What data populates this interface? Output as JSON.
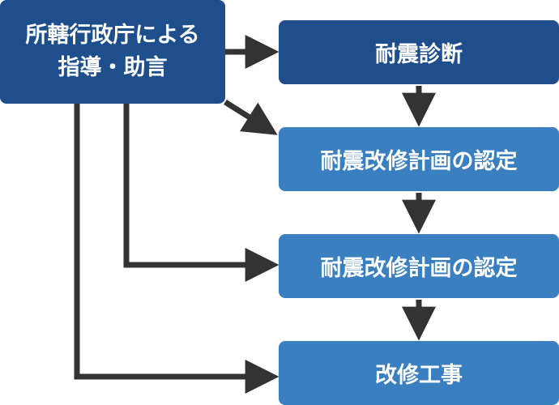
{
  "source": {
    "line1": "所轄行政庁による",
    "line2": "指導・助言"
  },
  "steps": [
    {
      "label": "耐震診断"
    },
    {
      "label": "耐震改修計画の認定"
    },
    {
      "label": "耐震改修計画の認定"
    },
    {
      "label": "改修工事"
    }
  ],
  "colors": {
    "dark_box": "#1f4e8c",
    "light_box": "#3a7fc0",
    "arrow": "#333333"
  }
}
